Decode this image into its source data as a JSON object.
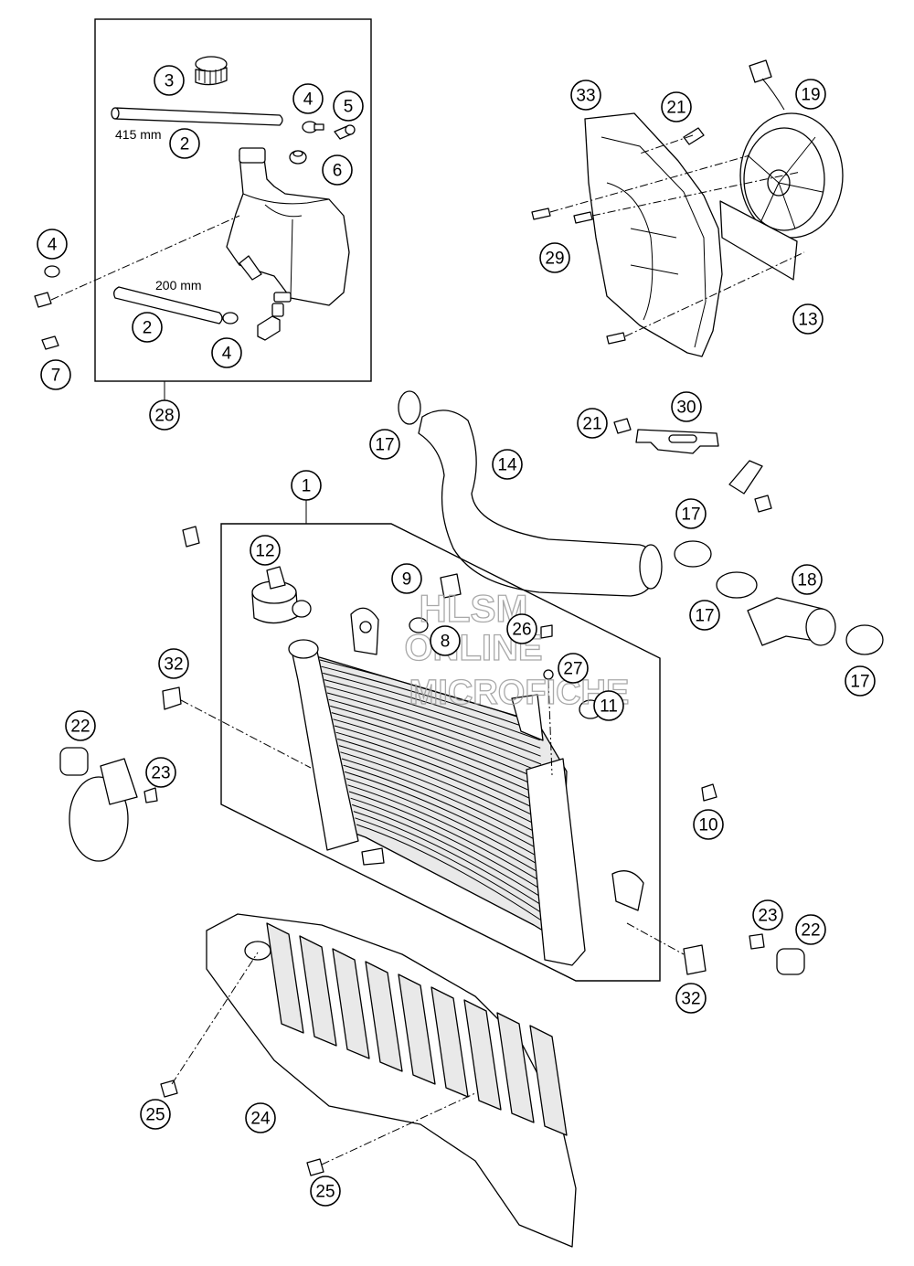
{
  "watermark": {
    "line1": "HLSM",
    "line2": "ONLINE",
    "line3": "MICROFICHE"
  },
  "dimensions": {
    "hose_long": "415 mm",
    "hose_short": "200 mm"
  },
  "callouts": {
    "c1": "1",
    "c2a": "2",
    "c2b": "2",
    "c3": "3",
    "c4a": "4",
    "c4b": "4",
    "c4c": "4",
    "c5": "5",
    "c6": "6",
    "c7": "7",
    "c8": "8",
    "c9": "9",
    "c10": "10",
    "c11": "11",
    "c12": "12",
    "c13": "13",
    "c14": "14",
    "c17a": "17",
    "c17b": "17",
    "c17c": "17",
    "c17d": "17",
    "c18": "18",
    "c19": "19",
    "c21a": "21",
    "c21b": "21",
    "c22a": "22",
    "c22b": "22",
    "c23a": "23",
    "c23b": "23",
    "c24": "24",
    "c25a": "25",
    "c25b": "25",
    "c26": "26",
    "c27": "27",
    "c28": "28",
    "c29": "29",
    "c30": "30",
    "c32a": "32",
    "c32b": "32",
    "c33": "33"
  }
}
